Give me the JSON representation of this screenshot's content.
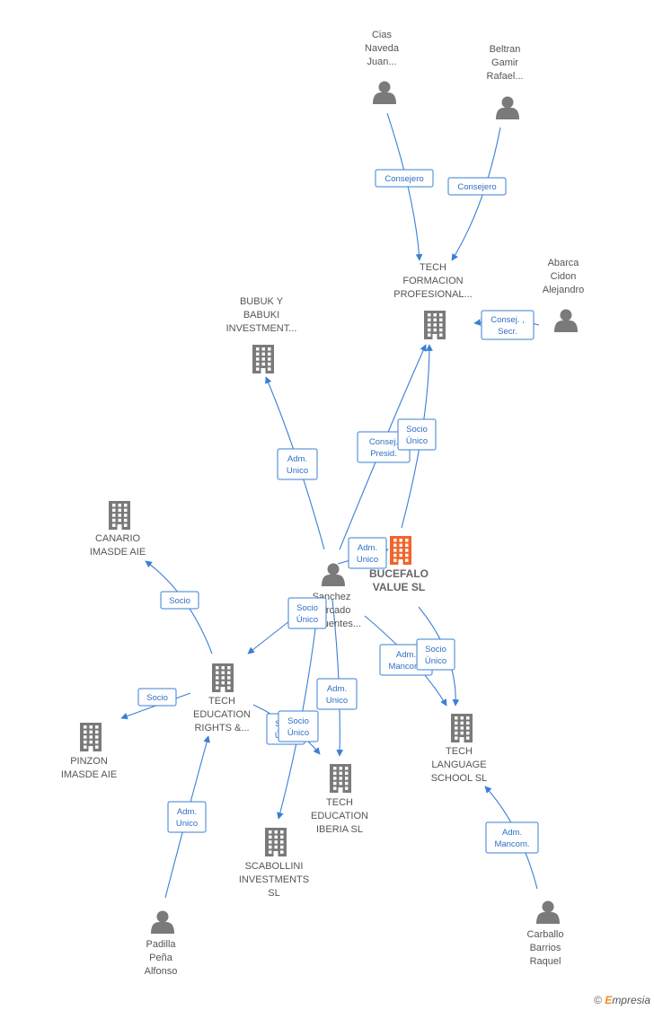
{
  "colors": {
    "accent": "#3a7fd5",
    "node_gray": "#7a7a7a",
    "highlight": "#f2642b"
  },
  "nodes": [
    {
      "id": "cias",
      "kind": "person",
      "label": [
        "Cias",
        "Naveda",
        "Juan..."
      ]
    },
    {
      "id": "beltran",
      "kind": "person",
      "label": [
        "Beltran",
        "Gamir",
        "Rafael..."
      ]
    },
    {
      "id": "tech_formacion",
      "kind": "company",
      "label": [
        "TECH",
        "FORMACION",
        "PROFESIONAL..."
      ]
    },
    {
      "id": "abarca",
      "kind": "person",
      "label": [
        "Abarca",
        "Cidon",
        "Alejandro"
      ]
    },
    {
      "id": "bubuk",
      "kind": "company",
      "label": [
        "BUBUK Y",
        "BABUKI",
        "INVESTMENT..."
      ]
    },
    {
      "id": "canario",
      "kind": "company",
      "label": [
        "CANARIO",
        "IMASDE AIE"
      ]
    },
    {
      "id": "bucefalo",
      "kind": "company_main",
      "label": [
        "BUCEFALO",
        "VALUE SL"
      ]
    },
    {
      "id": "sanchez",
      "kind": "person",
      "label": [
        "Sanchez",
        "Mercado",
        "De Fuentes..."
      ]
    },
    {
      "id": "tech_rights",
      "kind": "company",
      "label": [
        "TECH",
        "EDUCATION",
        "RIGHTS &..."
      ]
    },
    {
      "id": "pinzon",
      "kind": "company",
      "label": [
        "PINZON",
        "IMASDE AIE"
      ]
    },
    {
      "id": "tech_language",
      "kind": "company",
      "label": [
        "TECH",
        "LANGUAGE",
        "SCHOOL SL"
      ]
    },
    {
      "id": "tech_iberia",
      "kind": "company",
      "label": [
        "TECH",
        "EDUCATION",
        "IBERIA SL"
      ]
    },
    {
      "id": "scabollini",
      "kind": "company",
      "label": [
        "SCABOLLINI",
        "INVESTMENTS",
        "SL"
      ]
    },
    {
      "id": "padilla",
      "kind": "person",
      "label": [
        "Padilla",
        "Peña",
        "Alfonso"
      ]
    },
    {
      "id": "carballo",
      "kind": "person",
      "label": [
        "Carballo",
        "Barrios",
        "Raquel"
      ]
    }
  ],
  "edges": [
    {
      "from": "cias",
      "to": "tech_formacion",
      "label": [
        "Consejero"
      ]
    },
    {
      "from": "beltran",
      "to": "tech_formacion",
      "label": [
        "Consejero"
      ]
    },
    {
      "from": "abarca",
      "to": "tech_formacion",
      "label": [
        "Consej. ,",
        "Secr."
      ]
    },
    {
      "from": "sanchez",
      "to": "tech_formacion",
      "label": [
        "Consej.",
        "Presid."
      ]
    },
    {
      "from": "bucefalo",
      "to": "tech_formacion",
      "label": [
        "Socio",
        "Único"
      ]
    },
    {
      "from": "sanchez",
      "to": "bubuk",
      "label": [
        "Adm.",
        "Unico"
      ]
    },
    {
      "from": "sanchez",
      "to": "bucefalo",
      "label": [
        "Adm.",
        "Unico"
      ]
    },
    {
      "from": "tech_rights",
      "to": "canario",
      "label": [
        "Socio"
      ]
    },
    {
      "from": "sanchez",
      "to": "tech_rights",
      "label": [
        "Socio",
        "Único"
      ]
    },
    {
      "from": "tech_rights",
      "to": "pinzon",
      "label": [
        "Socio"
      ]
    },
    {
      "from": "sanchez",
      "to": "tech_language",
      "label": [
        "Adm.",
        "Mancom."
      ]
    },
    {
      "from": "bucefalo",
      "to": "tech_language",
      "label": [
        "Socio",
        "Único"
      ]
    },
    {
      "from": "sanchez",
      "to": "tech_iberia",
      "label": [
        "Adm.",
        "Unico"
      ]
    },
    {
      "from": "tech_rights",
      "to": "tech_iberia",
      "label": [
        "Socio",
        "Único"
      ]
    },
    {
      "from": "sanchez",
      "to": "scabollini",
      "label": [
        "Socio",
        "Único"
      ]
    },
    {
      "from": "padilla",
      "to": "tech_rights",
      "label": [
        "Adm.",
        "Unico"
      ]
    },
    {
      "from": "carballo",
      "to": "tech_language",
      "label": [
        "Adm.",
        "Mancom."
      ]
    }
  ],
  "brand": {
    "symbol": "©",
    "e": "E",
    "rest": "mpresia"
  }
}
